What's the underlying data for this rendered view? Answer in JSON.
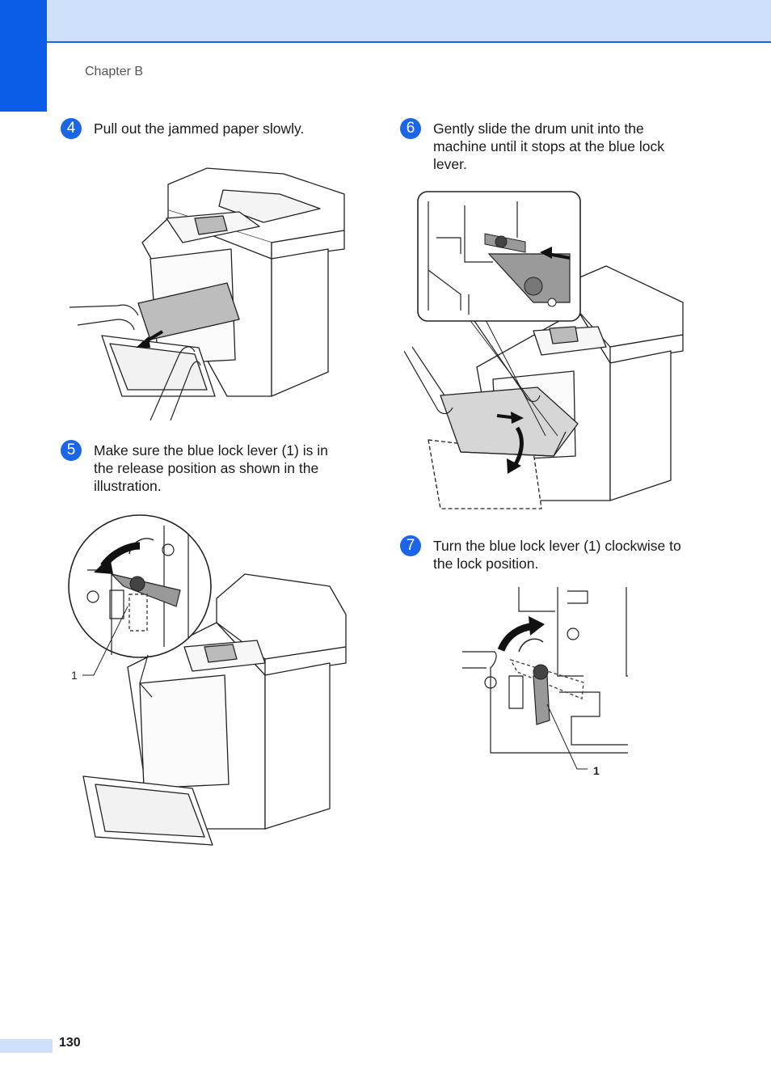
{
  "header": {
    "chapter_label": "Chapter B"
  },
  "steps": [
    {
      "number": "4",
      "text": "Pull out the jammed paper slowly."
    },
    {
      "number": "5",
      "text": "Make sure the blue lock lever (1) is in the release position as shown in the illustration."
    },
    {
      "number": "6",
      "text": "Gently slide the drum unit into the machine until it stops at the blue lock lever."
    },
    {
      "number": "7",
      "text": "Turn the blue lock lever (1) clockwise to the lock position."
    }
  ],
  "callouts": {
    "fig5_label": "1",
    "fig7_label": "1"
  },
  "footer": {
    "page_number": "130"
  },
  "colors": {
    "accent": "#1a66e6",
    "band": "#cfe0fb",
    "tab": "#0b5de8"
  }
}
